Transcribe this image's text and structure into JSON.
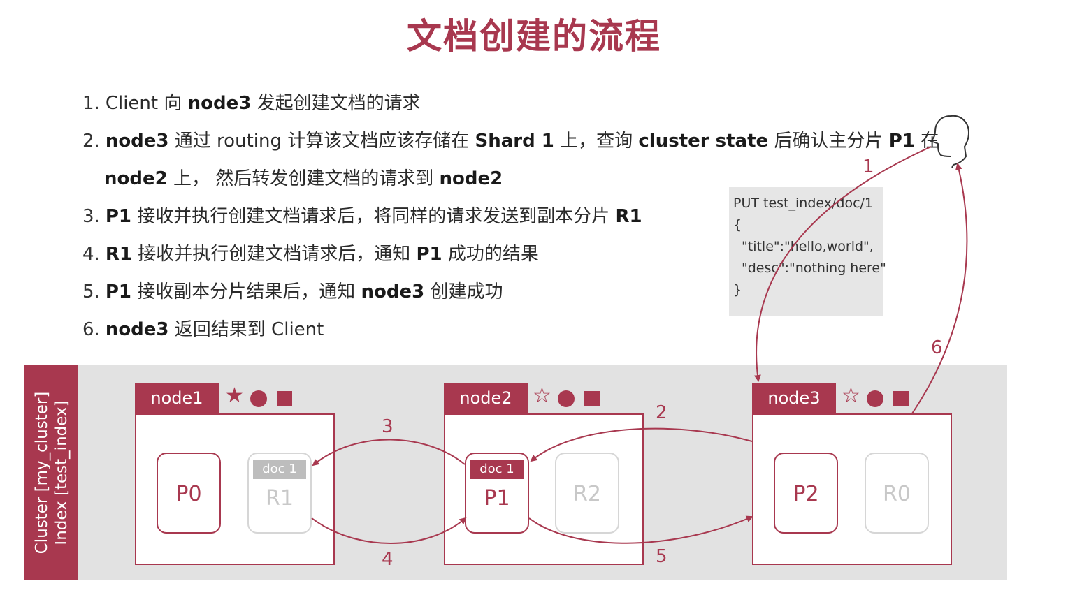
{
  "title": "文档创建的流程",
  "steps": [
    {
      "num": "1.",
      "parts": [
        {
          "t": "Client 向 ",
          "b": false
        },
        {
          "t": "node3",
          "b": true
        },
        {
          "t": " 发起创建文档的请求",
          "b": false
        }
      ]
    },
    {
      "num": "2.",
      "parts": [
        {
          "t": "node3",
          "b": true
        },
        {
          "t": " 通过 routing 计算该文档应该存储在 ",
          "b": false
        },
        {
          "t": "Shard 1",
          "b": true
        },
        {
          "t": " 上，查询 ",
          "b": false
        },
        {
          "t": "cluster state",
          "b": true
        },
        {
          "t": " 后确认主分片 ",
          "b": false
        },
        {
          "t": "P1",
          "b": true
        },
        {
          "t": " 在",
          "b": false
        }
      ]
    },
    {
      "num": "",
      "parts": [
        {
          "t": "node2",
          "b": true
        },
        {
          "t": " 上， 然后转发创建文档的请求到 ",
          "b": false
        },
        {
          "t": "node2",
          "b": true
        }
      ]
    },
    {
      "num": "3.",
      "parts": [
        {
          "t": "P1",
          "b": true
        },
        {
          "t": " 接收并执行创建文档请求后，将同样的请求发送到副本分片 ",
          "b": false
        },
        {
          "t": "R1",
          "b": true
        }
      ]
    },
    {
      "num": "4.",
      "parts": [
        {
          "t": "R1",
          "b": true
        },
        {
          "t": " 接收并执行创建文档请求后，通知 ",
          "b": false
        },
        {
          "t": "P1",
          "b": true
        },
        {
          "t": " 成功的结果",
          "b": false
        }
      ]
    },
    {
      "num": "5.",
      "parts": [
        {
          "t": "P1",
          "b": true
        },
        {
          "t": " 接收副本分片结果后，通知 ",
          "b": false
        },
        {
          "t": "node3",
          "b": true
        },
        {
          "t": " 创建成功",
          "b": false
        }
      ]
    },
    {
      "num": "6.",
      "parts": [
        {
          "t": "node3",
          "b": true
        },
        {
          "t": " 返回结果到 Client",
          "b": false
        }
      ]
    }
  ],
  "request": {
    "line1": "PUT test_index/doc/1",
    "line2": "{",
    "line3": "\"title\":\"hello,world\",",
    "line4": "\"desc\":\"nothing here\"",
    "line5": "}"
  },
  "cluster": {
    "label_cluster": "Cluster [my_cluster]",
    "label_index": "Index [test_index]"
  },
  "nodes": [
    {
      "name": "node1",
      "master": true,
      "shards": [
        {
          "code": "P0",
          "primary": true,
          "doc": ""
        },
        {
          "code": "R1",
          "primary": false,
          "doc": "doc 1"
        }
      ]
    },
    {
      "name": "node2",
      "master": false,
      "shards": [
        {
          "code": "P1",
          "primary": true,
          "doc": "doc 1"
        },
        {
          "code": "R2",
          "primary": false,
          "doc": ""
        }
      ]
    },
    {
      "name": "node3",
      "master": false,
      "shards": [
        {
          "code": "P2",
          "primary": true,
          "doc": ""
        },
        {
          "code": "R0",
          "primary": false,
          "doc": ""
        }
      ]
    }
  ],
  "flow_labels": [
    "1",
    "2",
    "3",
    "4",
    "5",
    "6"
  ],
  "icons": {
    "master": "star-icon",
    "data": "circle-icon",
    "ingest": "square-icon",
    "client": "person-icon"
  },
  "colors": {
    "accent": "#a8384f",
    "band": "#e2e2e2",
    "replica": "#c8c8c8"
  }
}
